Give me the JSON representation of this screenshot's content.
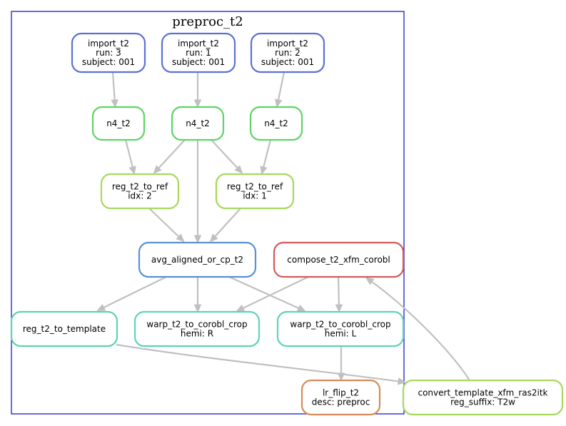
{
  "diagram": {
    "cluster": {
      "title": "preproc_t2",
      "border_color": "#1a1ad6"
    },
    "edge_color": "#c0c0c0",
    "nodes": [
      {
        "id": "import_t2_run3",
        "lines": [
          "import_t2",
          "run: 3",
          "subject: 001"
        ],
        "color": "#5b72d4"
      },
      {
        "id": "import_t2_run1",
        "lines": [
          "import_t2",
          "run: 1",
          "subject: 001"
        ],
        "color": "#5b72d4"
      },
      {
        "id": "import_t2_run2",
        "lines": [
          "import_t2",
          "run: 2",
          "subject: 001"
        ],
        "color": "#5b72d4"
      },
      {
        "id": "n4_t2_a",
        "lines": [
          "n4_t2"
        ],
        "color": "#5ed468"
      },
      {
        "id": "n4_t2_b",
        "lines": [
          "n4_t2"
        ],
        "color": "#5ed468"
      },
      {
        "id": "n4_t2_c",
        "lines": [
          "n4_t2"
        ],
        "color": "#5ed468"
      },
      {
        "id": "reg_t2_to_ref_idx2",
        "lines": [
          "reg_t2_to_ref",
          "idx: 2"
        ],
        "color": "#a6d95d"
      },
      {
        "id": "reg_t2_to_ref_idx1",
        "lines": [
          "reg_t2_to_ref",
          "idx: 1"
        ],
        "color": "#a6d95d"
      },
      {
        "id": "avg_aligned_or_cp_t2",
        "lines": [
          "avg_aligned_or_cp_t2"
        ],
        "color": "#5b90d4"
      },
      {
        "id": "compose_t2_xfm_corobl",
        "lines": [
          "compose_t2_xfm_corobl"
        ],
        "color": "#d45b5b"
      },
      {
        "id": "reg_t2_to_template",
        "lines": [
          "reg_t2_to_template"
        ],
        "color": "#5ed4a6"
      },
      {
        "id": "warp_t2_to_corobl_crop_R",
        "lines": [
          "warp_t2_to_corobl_crop",
          "hemi: R"
        ],
        "color": "#5ed4b8"
      },
      {
        "id": "warp_t2_to_corobl_crop_L",
        "lines": [
          "warp_t2_to_corobl_crop",
          "hemi: L"
        ],
        "color": "#5ed4b8"
      },
      {
        "id": "lr_flip_t2",
        "lines": [
          "lr_flip_t2",
          "desc: preproc"
        ],
        "color": "#d48b5b"
      },
      {
        "id": "convert_template_xfm_ras2itk",
        "lines": [
          "convert_template_xfm_ras2itk",
          "reg_suffix: T2w"
        ],
        "color": "#a6d95d"
      }
    ],
    "edges": [
      {
        "from": "import_t2_run3",
        "to": "n4_t2_a"
      },
      {
        "from": "import_t2_run1",
        "to": "n4_t2_b"
      },
      {
        "from": "import_t2_run2",
        "to": "n4_t2_c"
      },
      {
        "from": "n4_t2_a",
        "to": "reg_t2_to_ref_idx2"
      },
      {
        "from": "n4_t2_b",
        "to": "reg_t2_to_ref_idx2"
      },
      {
        "from": "n4_t2_b",
        "to": "avg_aligned_or_cp_t2"
      },
      {
        "from": "n4_t2_b",
        "to": "reg_t2_to_ref_idx1"
      },
      {
        "from": "n4_t2_c",
        "to": "reg_t2_to_ref_idx1"
      },
      {
        "from": "reg_t2_to_ref_idx2",
        "to": "avg_aligned_or_cp_t2"
      },
      {
        "from": "reg_t2_to_ref_idx1",
        "to": "avg_aligned_or_cp_t2"
      },
      {
        "from": "avg_aligned_or_cp_t2",
        "to": "reg_t2_to_template"
      },
      {
        "from": "avg_aligned_or_cp_t2",
        "to": "warp_t2_to_corobl_crop_R"
      },
      {
        "from": "avg_aligned_or_cp_t2",
        "to": "warp_t2_to_corobl_crop_L"
      },
      {
        "from": "compose_t2_xfm_corobl",
        "to": "warp_t2_to_corobl_crop_R"
      },
      {
        "from": "compose_t2_xfm_corobl",
        "to": "warp_t2_to_corobl_crop_L"
      },
      {
        "from": "warp_t2_to_corobl_crop_L",
        "to": "lr_flip_t2"
      },
      {
        "from": "reg_t2_to_template",
        "to": "convert_template_xfm_ras2itk"
      },
      {
        "from": "convert_template_xfm_ras2itk",
        "to": "compose_t2_xfm_corobl"
      }
    ]
  }
}
